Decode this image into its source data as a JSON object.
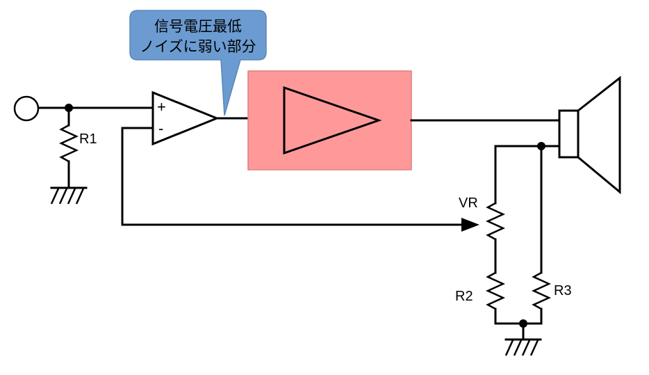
{
  "callout": {
    "line1": "信号電圧最低",
    "line2": "ノイズに弱い部分",
    "fill_color": "#6b9bd1",
    "stroke_color": "#5a87b8"
  },
  "opamp": {
    "plus": "+",
    "minus": "-"
  },
  "amplifier_block": {
    "fill_color": "#ff9999"
  },
  "components": {
    "r1": "R1",
    "vr": "VR",
    "r2": "R2",
    "r3": "R3"
  },
  "icons": {
    "input_terminal": "circle-terminal",
    "ground": "ground-symbol",
    "speaker": "speaker-icon"
  }
}
